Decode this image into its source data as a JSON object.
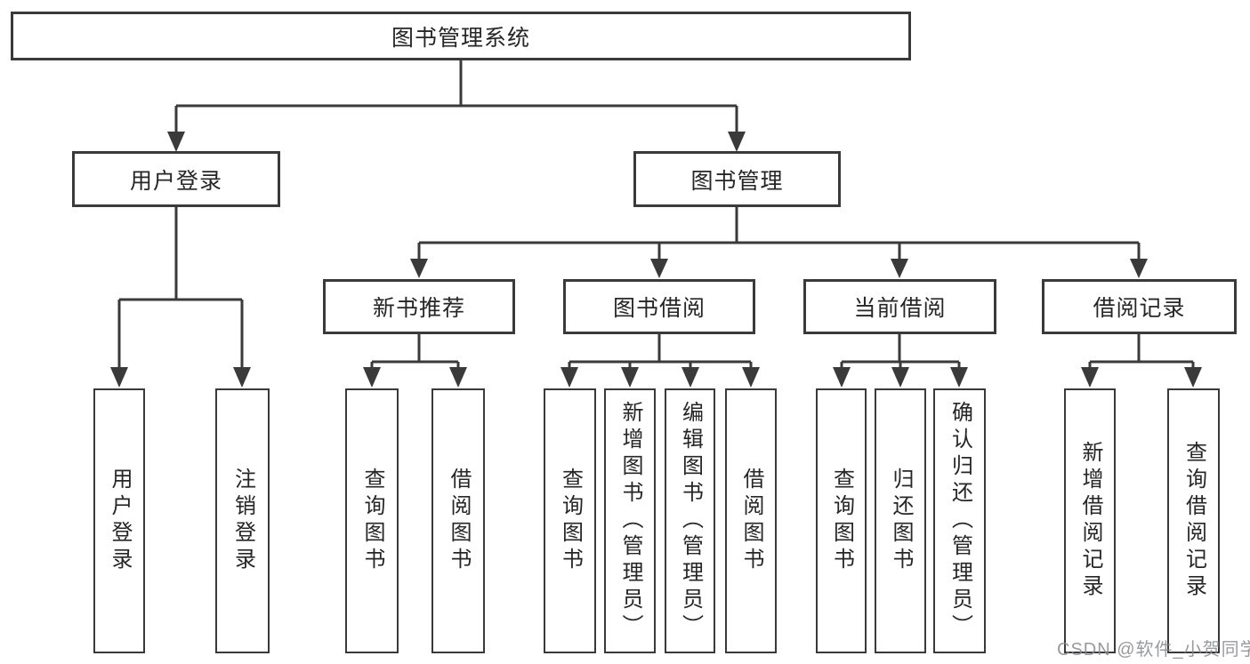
{
  "diagram": {
    "type": "hierarchy",
    "tree": {
      "label": "图书管理系统",
      "children": [
        {
          "label": "用户登录",
          "children": [
            {
              "label": "用户登录"
            },
            {
              "label": "注销登录"
            }
          ]
        },
        {
          "label": "图书管理",
          "children": [
            {
              "label": "新书推荐",
              "children": [
                {
                  "label": "查询图书"
                },
                {
                  "label": "借阅图书"
                }
              ]
            },
            {
              "label": "图书借阅",
              "children": [
                {
                  "label": "查询图书"
                },
                {
                  "label": "新增图书（管理员）"
                },
                {
                  "label": "编辑图书（管理员）"
                },
                {
                  "label": "借阅图书"
                }
              ]
            },
            {
              "label": "当前借阅",
              "children": [
                {
                  "label": "查询图书"
                },
                {
                  "label": "归还图书"
                },
                {
                  "label": "确认归还（管理员）"
                }
              ]
            },
            {
              "label": "借阅记录",
              "children": [
                {
                  "label": "新增借阅记录"
                },
                {
                  "label": "查询借阅记录"
                }
              ]
            }
          ]
        }
      ]
    },
    "colors": {
      "line": "#3a3a3a",
      "box_border": "#3a3a3a",
      "box_background": "#ffffff",
      "text": "#262626",
      "watermark": "#86888c"
    }
  },
  "watermark": {
    "text": "CSDN @软件_小贺同学"
  }
}
